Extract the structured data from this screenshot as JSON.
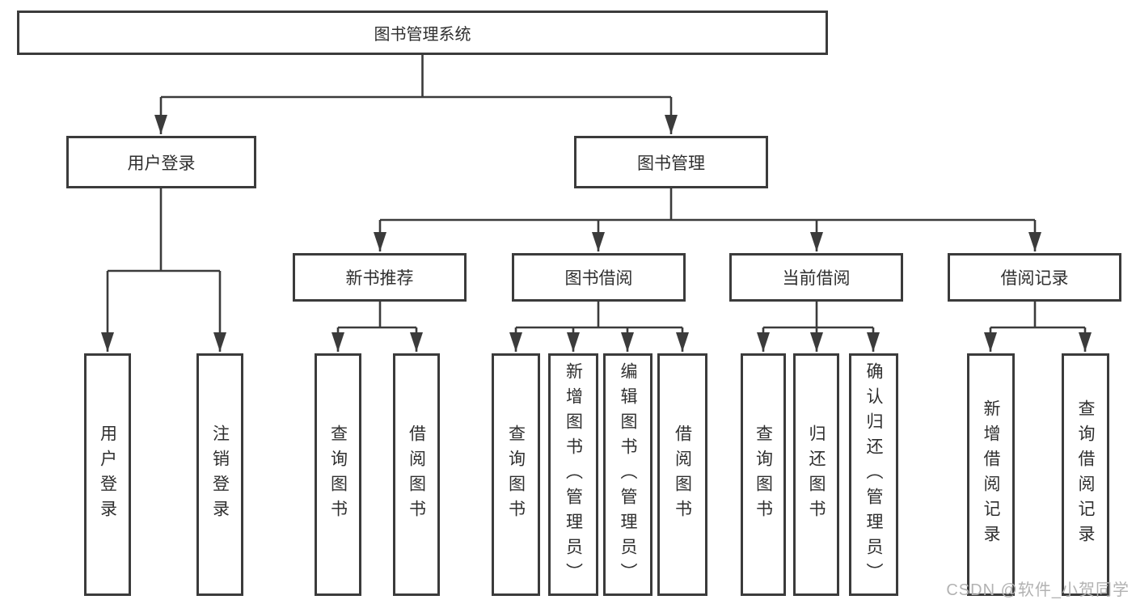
{
  "diagram": {
    "root": {
      "label": "图书管理系统"
    },
    "level2": [
      {
        "label": "用户登录"
      },
      {
        "label": "图书管理"
      }
    ],
    "level3": [
      {
        "label": "新书推荐",
        "parent": "图书管理"
      },
      {
        "label": "图书借阅",
        "parent": "图书管理"
      },
      {
        "label": "当前借阅",
        "parent": "图书管理"
      },
      {
        "label": "借阅记录",
        "parent": "图书管理"
      }
    ],
    "leaves": [
      {
        "label": "用户登录",
        "parent": "用户登录"
      },
      {
        "label": "注销登录",
        "parent": "用户登录"
      },
      {
        "label": "查询图书",
        "parent": "新书推荐"
      },
      {
        "label": "借阅图书",
        "parent": "新书推荐"
      },
      {
        "label": "查询图书",
        "parent": "图书借阅"
      },
      {
        "label": "新增图书（管理员）",
        "parent": "图书借阅"
      },
      {
        "label": "编辑图书（管理员）",
        "parent": "图书借阅"
      },
      {
        "label": "借阅图书",
        "parent": "图书借阅"
      },
      {
        "label": "查询图书",
        "parent": "当前借阅"
      },
      {
        "label": "归还图书",
        "parent": "当前借阅"
      },
      {
        "label": "确认归还（管理员）",
        "parent": "当前借阅"
      },
      {
        "label": "新增借阅记录",
        "parent": "借阅记录"
      },
      {
        "label": "查询借阅记录",
        "parent": "借阅记录"
      }
    ],
    "colors": {
      "line": "#3b3b3b",
      "text": "#2f2f2f",
      "background": "#ffffff",
      "watermark": "#b2b2b2"
    }
  },
  "watermark": {
    "text": "CSDN @软件_小贺同学"
  }
}
